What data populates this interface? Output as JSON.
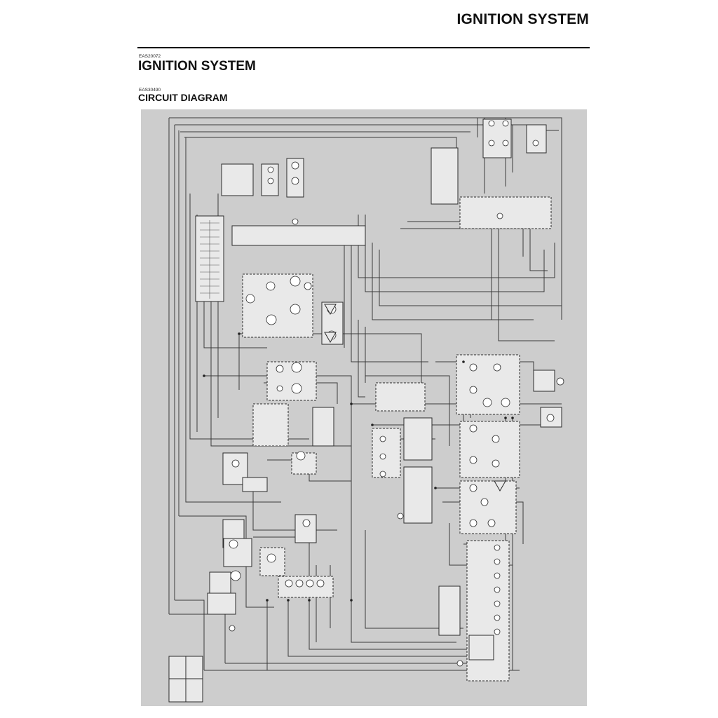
{
  "header": {
    "running_title": "IGNITION SYSTEM"
  },
  "section": {
    "code": "EAS20072",
    "title": "IGNITION SYSTEM"
  },
  "subsection": {
    "code": "EAS30490",
    "title": "CIRCUIT DIAGRAM"
  },
  "colors": {
    "panel_background": "#cdcdcd",
    "wire": "#3a3a3a",
    "component_box": "#e9e9e9"
  }
}
